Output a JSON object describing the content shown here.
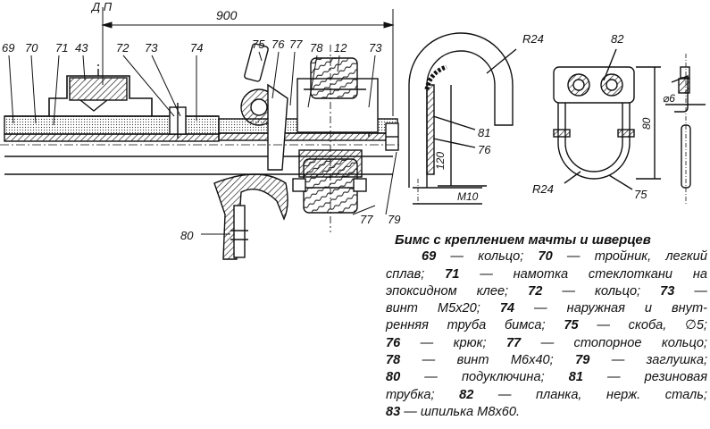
{
  "drawing": {
    "section_label": "Д П",
    "dimension_900": "900",
    "callouts_top": [
      "69",
      "70",
      "71",
      "43",
      "72",
      "73",
      "74",
      "75",
      "76",
      "77",
      "78",
      "12",
      "73"
    ],
    "callouts_bottom": [
      "80",
      "77",
      "79"
    ],
    "detail_left": {
      "radius_label": "R24",
      "dim_height": "120",
      "thread_label": "M10",
      "callouts": [
        "81",
        "76"
      ]
    },
    "detail_right": {
      "callout_top": "82",
      "dim_height": "80",
      "radius_label": "R24",
      "callout_bottom": "75",
      "diameter_label": "⌀6"
    }
  },
  "caption": {
    "title": "Бимс с креплением мачты и шверцев",
    "lines": [
      {
        "parts": [
          {
            "b": "69"
          },
          {
            "t": " — кольцо; "
          },
          {
            "b": "70"
          },
          {
            "t": " — тройник, легкий"
          }
        ]
      },
      {
        "parts": [
          {
            "t": "сплав; "
          },
          {
            "b": "71"
          },
          {
            "t": " — намотка стеклоткани на"
          }
        ]
      },
      {
        "parts": [
          {
            "t": "эпоксидном клее; "
          },
          {
            "b": "72"
          },
          {
            "t": " — кольцо; "
          },
          {
            "b": "73"
          },
          {
            "t": " —"
          }
        ]
      },
      {
        "parts": [
          {
            "t": "винт М5х20; "
          },
          {
            "b": "74"
          },
          {
            "t": " — наружная и внут-"
          }
        ]
      },
      {
        "parts": [
          {
            "t": "ренняя труба бимса; "
          },
          {
            "b": "75"
          },
          {
            "t": " — скоба, ∅5;"
          }
        ]
      },
      {
        "parts": [
          {
            "b": "76"
          },
          {
            "t": " — крюк; "
          },
          {
            "b": "77"
          },
          {
            "t": " — стопорное кольцо;"
          }
        ]
      },
      {
        "parts": [
          {
            "b": "78"
          },
          {
            "t": " — винт М6х40; "
          },
          {
            "b": "79"
          },
          {
            "t": " — заглушка;"
          }
        ]
      },
      {
        "parts": [
          {
            "b": "80"
          },
          {
            "t": " — подуключина; "
          },
          {
            "b": "81"
          },
          {
            "t": " — резиновая"
          }
        ]
      },
      {
        "parts": [
          {
            "t": "трубка; "
          },
          {
            "b": "82"
          },
          {
            "t": " — планка, нерж. сталь;"
          }
        ]
      },
      {
        "parts": [
          {
            "b": "83"
          },
          {
            "t": " — шпилька М8х60."
          }
        ]
      }
    ]
  }
}
